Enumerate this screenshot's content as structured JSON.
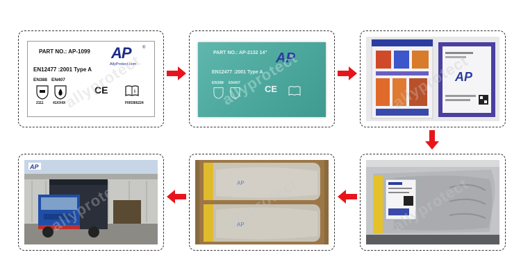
{
  "label_card": {
    "part_no": "PART NO.:  AP-1099",
    "standard": "EN12477 :2001 Type A",
    "en388": "EN388",
    "en407": "EN407",
    "code_left": "2111",
    "code_right": "41XX4X",
    "ce": "CE",
    "file_no": "FI00366224",
    "logo": "AP",
    "logo_url": "AllyProtect.com"
  },
  "teal_label": {
    "part_no": "PART NO.: AP-2132    14\"",
    "standard": "EN12477 :2001 Type A",
    "en388": "EN388",
    "en407": "EN407",
    "ce": "CE",
    "logo": "AP"
  },
  "watermark": "allyprotect",
  "colors": {
    "arrow": "#e8141c",
    "panel_border": "#333333",
    "logo_blue": "#1b2a8c",
    "teal": "#4aa59b"
  }
}
